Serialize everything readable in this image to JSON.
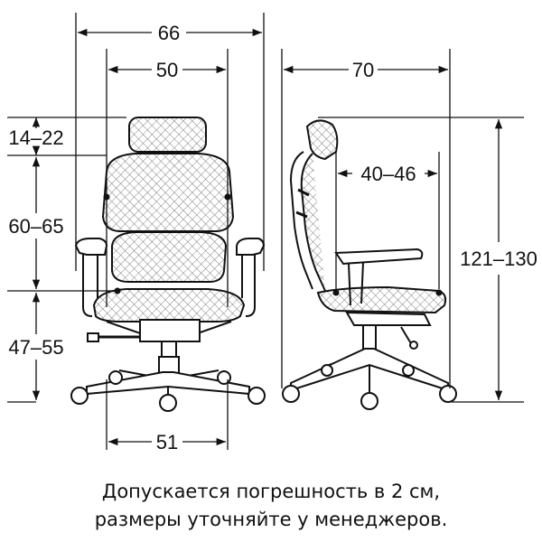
{
  "dimensions": {
    "width_total": "66",
    "width_back": "50",
    "depth_total": "70",
    "headrest_adjust": "14–22",
    "back_height": "60–65",
    "seat_height": "47–55",
    "seat_depth": "40–46",
    "total_height": "121–130",
    "base_width": "51"
  },
  "note": {
    "line1": "Допускается погрешность в 2 см,",
    "line2": "размеры уточняйте у менеджеров."
  },
  "colors": {
    "ink": "#111111",
    "mesh_fill": "#ffffff"
  }
}
